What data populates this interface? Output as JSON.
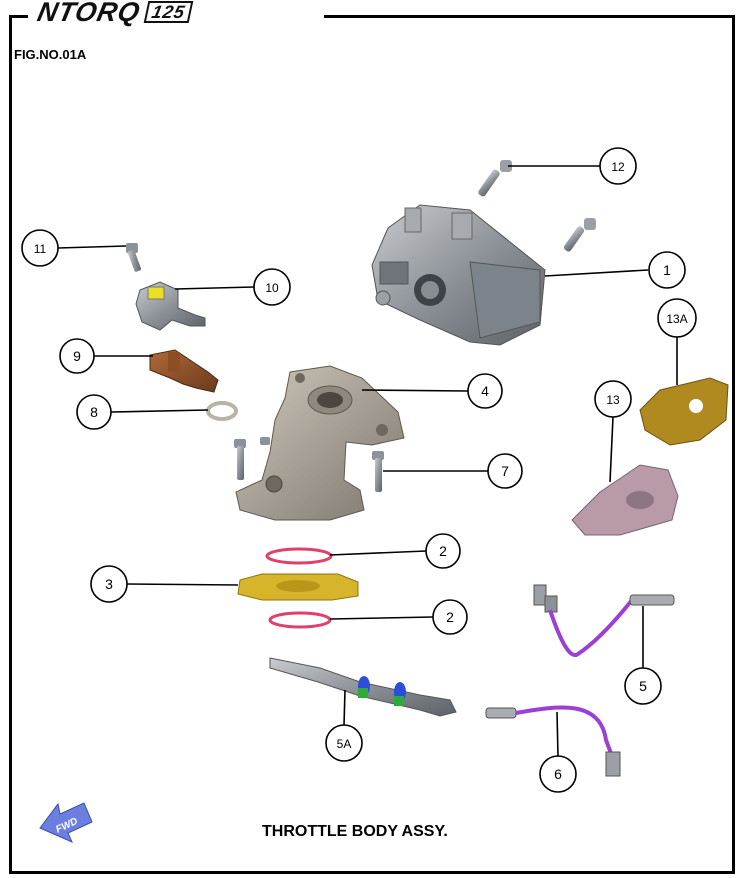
{
  "header": {
    "brand_main": "NTORQ",
    "brand_accent": "",
    "brand_displacement": "125"
  },
  "figure_number": "FIG.NO.01A",
  "assembly_title": "THROTTLE BODY ASSY.",
  "direction_label": "FWD",
  "callouts": [
    "1",
    "2",
    "2",
    "3",
    "4",
    "5",
    "5A",
    "6",
    "7",
    "8",
    "9",
    "10",
    "11",
    "12",
    "13",
    "13A"
  ],
  "colors": {
    "frame": "#000000",
    "brand_accent": "#d31a1a",
    "gasket_ring": "#e0406a",
    "insulator": "#d7b52a",
    "sensor_cable": "#9b3fd6",
    "bracket_13a": "#b08a1e",
    "bracket_13": "#b89aa8",
    "fwd_arrow": "#6a7fe0",
    "metal": "#8c8c8c"
  }
}
